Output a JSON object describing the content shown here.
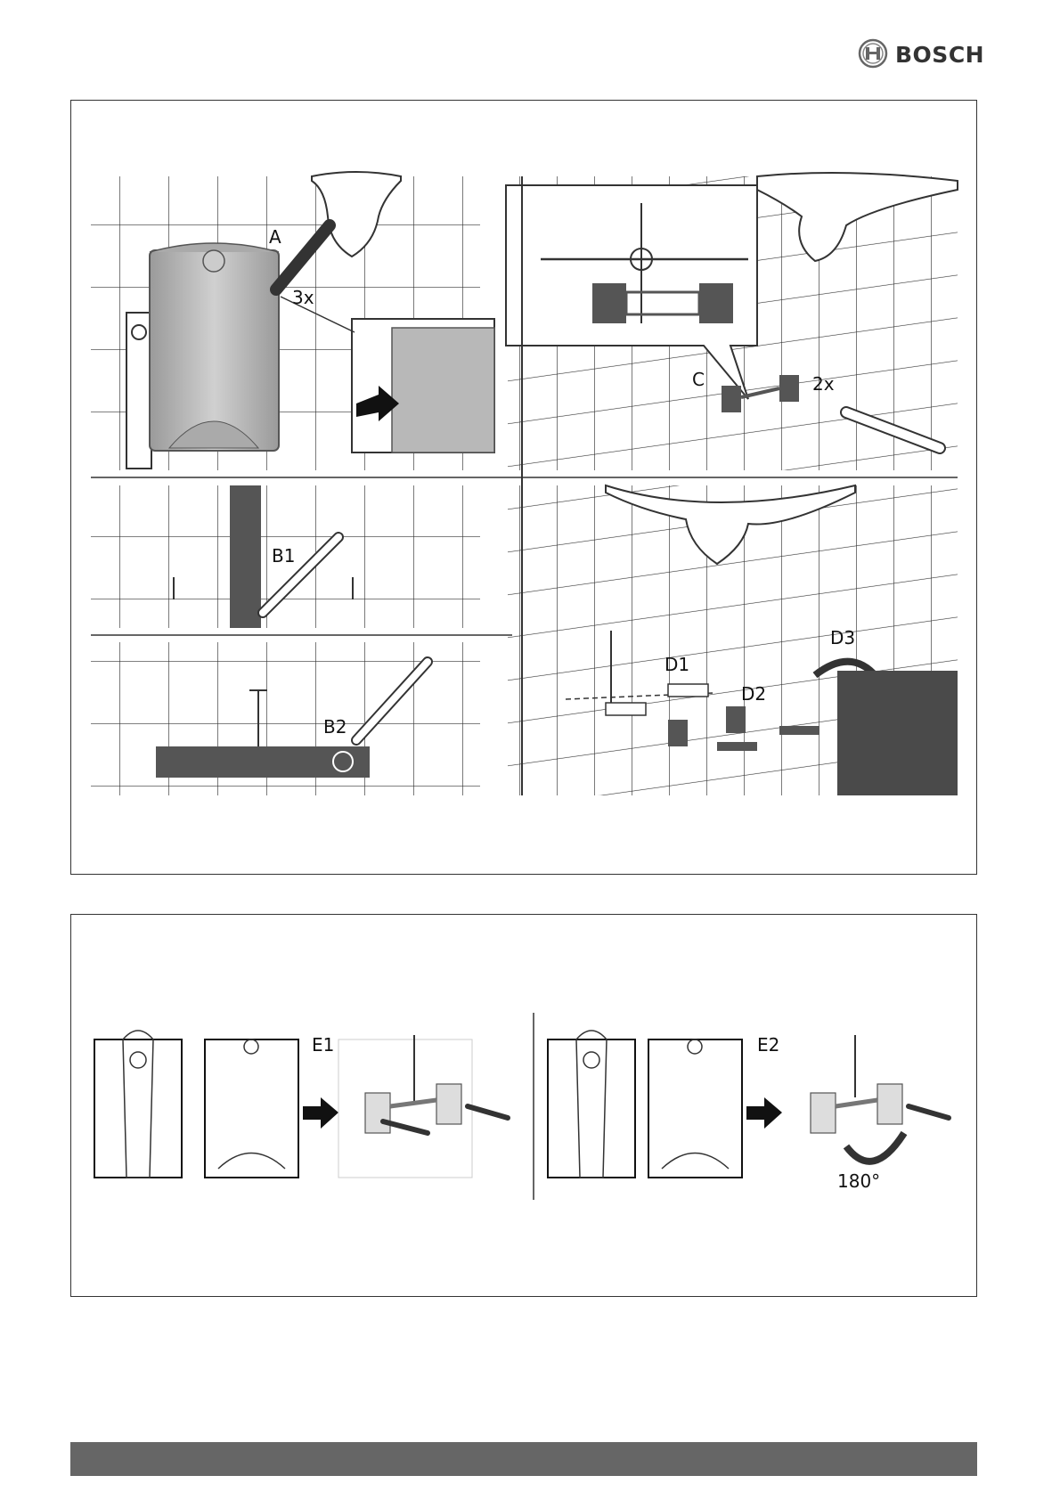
{
  "brand": {
    "name": "BOSCH",
    "logo_icon": "bosch-armature-icon"
  },
  "figure1": {
    "labels": {
      "a": "A",
      "count_3x": "3x",
      "b1": "B1",
      "b2": "B2",
      "c": "C",
      "count_2x": "2x",
      "d1": "D1",
      "d2": "D2",
      "d3": "D3"
    }
  },
  "figure2": {
    "labels": {
      "e1": "E1",
      "e2": "E2",
      "rotation": "180°"
    }
  },
  "colors": {
    "frame": "#333333",
    "footer_bar": "#666666",
    "appliance": "#b8b8b8",
    "dark_part": "#555555"
  }
}
